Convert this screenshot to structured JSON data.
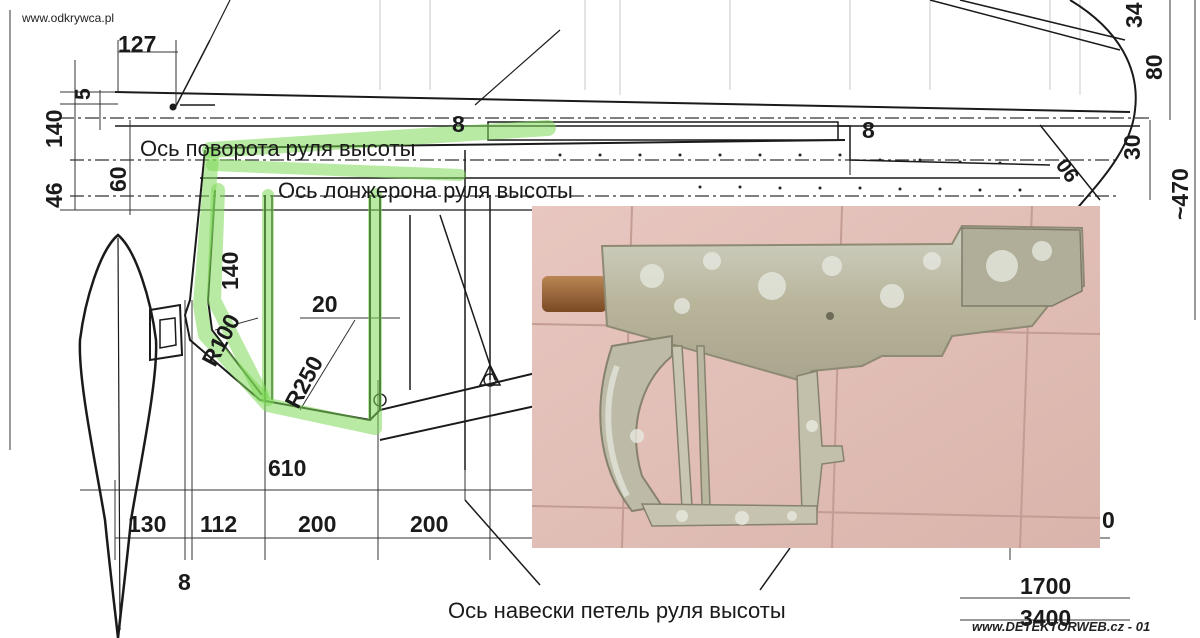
{
  "watermarks": {
    "top_left": "www.odkrywca.pl",
    "bottom_right": "www.DETEKTORWEB.cz - 01"
  },
  "labels": {
    "rudder_axis": "Ось поворота руля высоты",
    "spar_axis": "Ось лонжерона руля высоты",
    "hinge_axis": "Ось навески петель руля высоты"
  },
  "dimensions": {
    "d127": "127",
    "d5": "5",
    "d140_left": "140",
    "d46": "46",
    "d60": "60",
    "d8_top": "8",
    "d8_right": "8",
    "d34": "34",
    "d80": "80",
    "d30": "30",
    "d470": "~470",
    "d06": "06",
    "d140_mid": "140",
    "d20": "20",
    "r100": "R100",
    "r250": "R250",
    "d610": "610",
    "d130": "130",
    "d112": "112",
    "d200_a": "200",
    "d200_b": "200",
    "d0": "0",
    "d8_bottom": "8",
    "d1700": "1700",
    "d3400": "3400"
  },
  "colors": {
    "highlight": "#7ed957",
    "ink": "#1a1a1a"
  },
  "photo": {
    "subject": "corroded aluminum elevator frame fragment"
  }
}
